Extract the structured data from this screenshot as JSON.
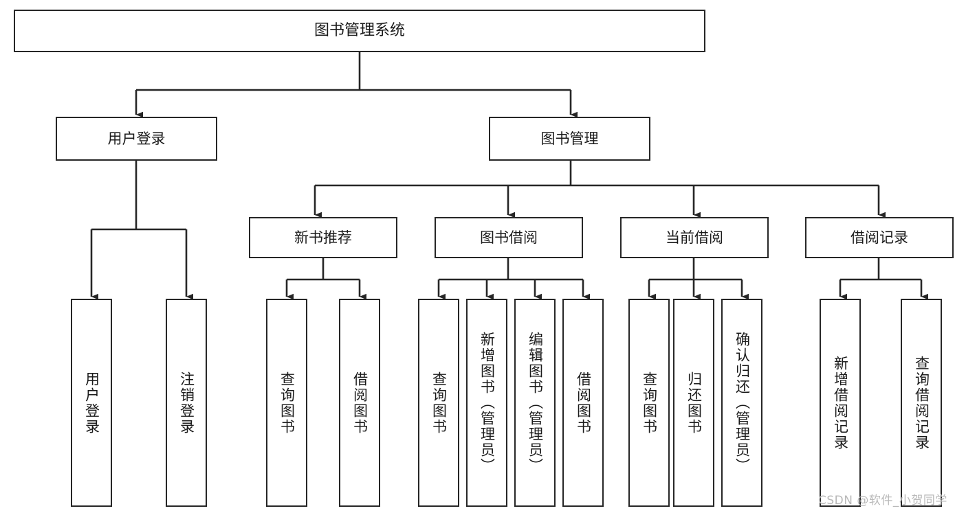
{
  "diagram": {
    "type": "tree",
    "title": "图书管理系统",
    "orientation": "top-down",
    "colors": {
      "box_border": "#262626",
      "box_fill": "#ffffff",
      "connector": "#262626",
      "background": "#ffffff",
      "watermark": "#b9b9b9"
    },
    "root": {
      "label": "图书管理系统"
    },
    "level2": [
      {
        "label": "用户登录"
      },
      {
        "label": "图书管理"
      }
    ],
    "level3": [
      {
        "label": "新书推荐"
      },
      {
        "label": "图书借阅"
      },
      {
        "label": "当前借阅"
      },
      {
        "label": "借阅记录"
      }
    ],
    "leaves": {
      "user_login": [
        {
          "label": "用户登录"
        },
        {
          "label": "注销登录"
        }
      ],
      "new_book_recommend": [
        {
          "label": "查询图书"
        },
        {
          "label": "借阅图书"
        }
      ],
      "book_borrow": [
        {
          "label": "查询图书"
        },
        {
          "label": "新增图书（管理员）"
        },
        {
          "label": "编辑图书（管理员）"
        },
        {
          "label": "借阅图书"
        }
      ],
      "current_borrow": [
        {
          "label": "查询图书"
        },
        {
          "label": "归还图书"
        },
        {
          "label": "确认归还（管理员）"
        }
      ],
      "borrow_record": [
        {
          "label": "新增借阅记录"
        },
        {
          "label": "查询借阅记录"
        }
      ]
    }
  },
  "watermark": {
    "text": "CSDN @软件_小贺同学"
  }
}
